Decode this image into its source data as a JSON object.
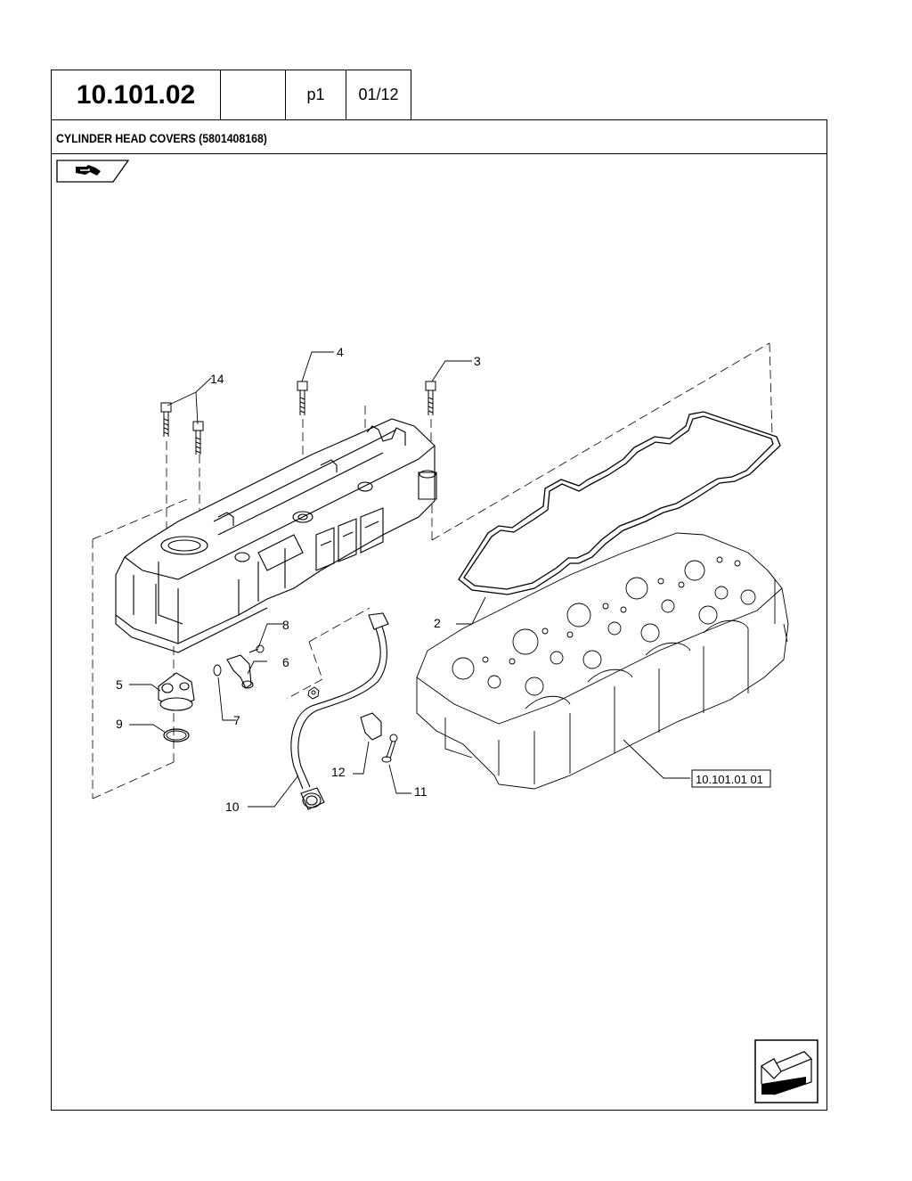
{
  "header": {
    "section_code": "10.101.02",
    "page_label": "p1",
    "sheet_label": "01/12"
  },
  "title": "CYLINDER HEAD COVERS (5801408168)",
  "icons": {
    "engine_tab": "engine-tab-icon",
    "next_page": "next-page-arrow-icon"
  },
  "callouts": {
    "c2": "2",
    "c3": "3",
    "c4": "4",
    "c5": "5",
    "c6": "6",
    "c7": "7",
    "c8": "8",
    "c9": "9",
    "c10": "10",
    "c11": "11",
    "c12": "12",
    "c14": "14"
  },
  "reference": "10.101.01 01"
}
